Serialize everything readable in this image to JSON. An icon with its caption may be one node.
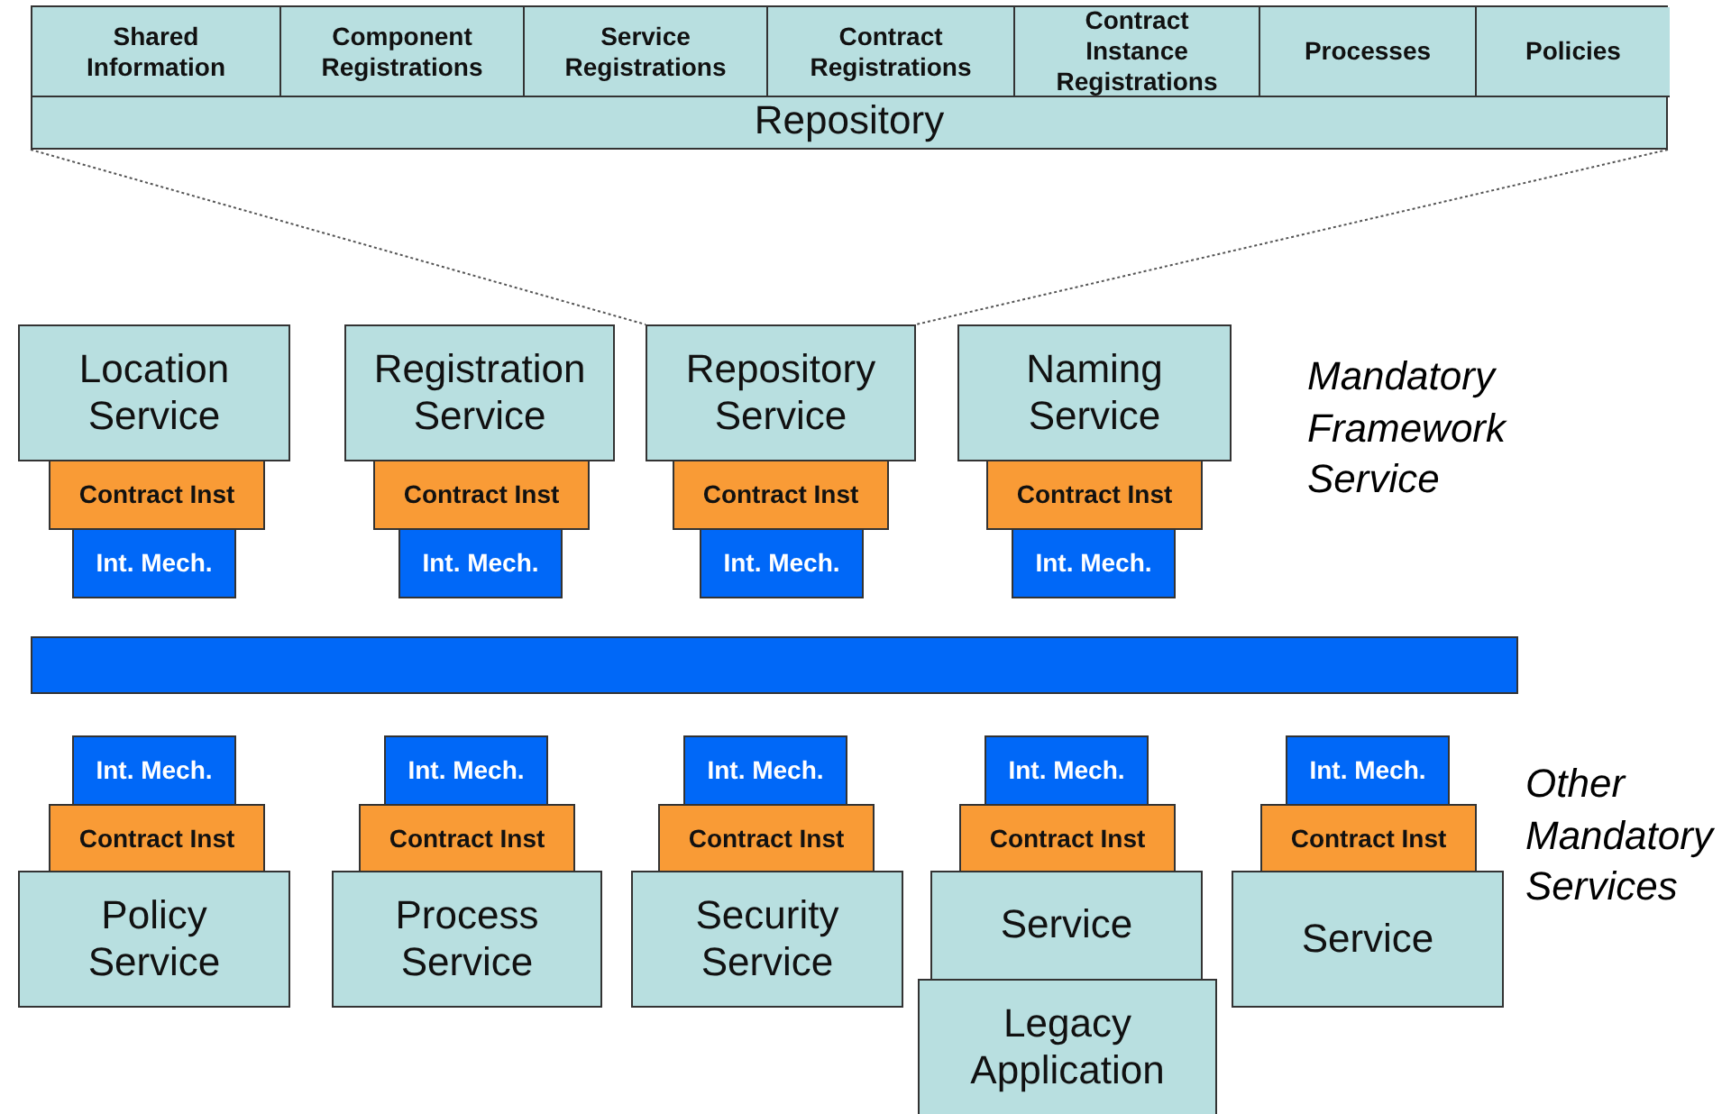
{
  "diagram": {
    "nodes": [
      {
        "text": [
          "Repository"
        ]
      },
      {
        "text": [
          "Shared Information"
        ],
        "in": 0
      },
      {
        "text": [
          "Component Registrations"
        ],
        "in": 0
      },
      {
        "text": [
          "Service Registrations"
        ],
        "in": 0
      },
      {
        "text": [
          "Contract Registrations"
        ],
        "in": 0
      },
      {
        "text": [
          "Contract Instance Registrations"
        ],
        "in": 0
      },
      {
        "text": [
          "Processes"
        ],
        "in": 0
      },
      {
        "text": [
          "Policies"
        ],
        "in": 0
      },
      {
        "text": [
          "Location Service"
        ]
      },
      {
        "text": [
          "Contract Inst"
        ]
      },
      {
        "text": [
          "Int. Mech."
        ]
      },
      {
        "text": [
          "Registration Service"
        ]
      },
      {
        "text": [
          "Contract Inst"
        ]
      },
      {
        "text": [
          "Int. Mech."
        ]
      },
      {
        "text": [
          "Repository Service"
        ]
      },
      {
        "text": [
          "Contract Inst"
        ]
      },
      {
        "text": [
          "Int. Mech."
        ]
      },
      {
        "text": [
          "Naming Service"
        ]
      },
      {
        "text": [
          "Contract Inst"
        ]
      },
      {
        "text": [
          "Int. Mech."
        ]
      },
      {
        "text": [],
        "shape": "bar"
      },
      {
        "text": [
          "Int. Mech."
        ]
      },
      {
        "text": [
          "Contract Inst"
        ]
      },
      {
        "text": [
          "Policy Service"
        ]
      },
      {
        "text": [
          "Int. Mech."
        ]
      },
      {
        "text": [
          "Contract Inst"
        ]
      },
      {
        "text": [
          "Process Service"
        ]
      },
      {
        "text": [
          "Int. Mech."
        ]
      },
      {
        "text": [
          "Contract Inst"
        ]
      },
      {
        "text": [
          "Security Service"
        ]
      },
      {
        "text": [
          "Int. Mech."
        ]
      },
      {
        "text": [
          "Contract Inst"
        ]
      },
      {
        "text": [
          "Service"
        ]
      },
      {
        "text": [
          "Legacy Application"
        ]
      },
      {
        "text": [
          "Int. Mech."
        ]
      },
      {
        "text": [
          "Contract Inst"
        ]
      },
      {
        "text": [
          "Service"
        ]
      }
    ],
    "edges": [
      {
        "from": 0,
        "to": 14,
        "arrow": "none",
        "style": "dashed"
      },
      {
        "from": 0,
        "to": 14,
        "arrow": "none",
        "style": "dashed"
      }
    ],
    "labels": [
      "Mandatory Framework Service",
      "Other Mandatory Services"
    ]
  }
}
